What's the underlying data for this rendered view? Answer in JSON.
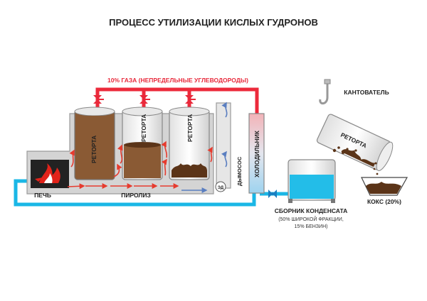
{
  "title": "ПРОЦЕСС УТИЛИЗАЦИИ КИСЛЫХ ГУДРОНОВ",
  "labels": {
    "gas": "10% ГАЗА (НЕПРЕДЕЛЬНЫЕ УГЛЕВОДОРОДЫ)",
    "retort": "РЕТОРТА",
    "furnace": "ПЕЧЬ",
    "pyrolysis": "ПИРОЛИЗ",
    "smoke_exhauster": "ДЫМОСОС",
    "ed": "ЭД",
    "cooler": "ХОЛОДИЛЬНИК",
    "tilter": "КАНТОВАТЕЛЬ",
    "condensate_collector": "СБОРНИК КОНДЕНСАТА",
    "condensate_note_line1": "(50% ШИРОКОЙ ФРАКЦИИ,",
    "condensate_note_line2": "15% БЕНЗИН)",
    "coke": "КОКС (20%)"
  },
  "colors": {
    "gas_pipe": "#ec2a3b",
    "water_pipe": "#1ab7e6",
    "furnace_body": "#d4d4d4",
    "tar": "#8a5a34",
    "tar_dark": "#5b3418",
    "condensate": "#23bde8",
    "flow_arrow": "#e63b2e",
    "smoke_arrow": "#5a7ec0"
  }
}
